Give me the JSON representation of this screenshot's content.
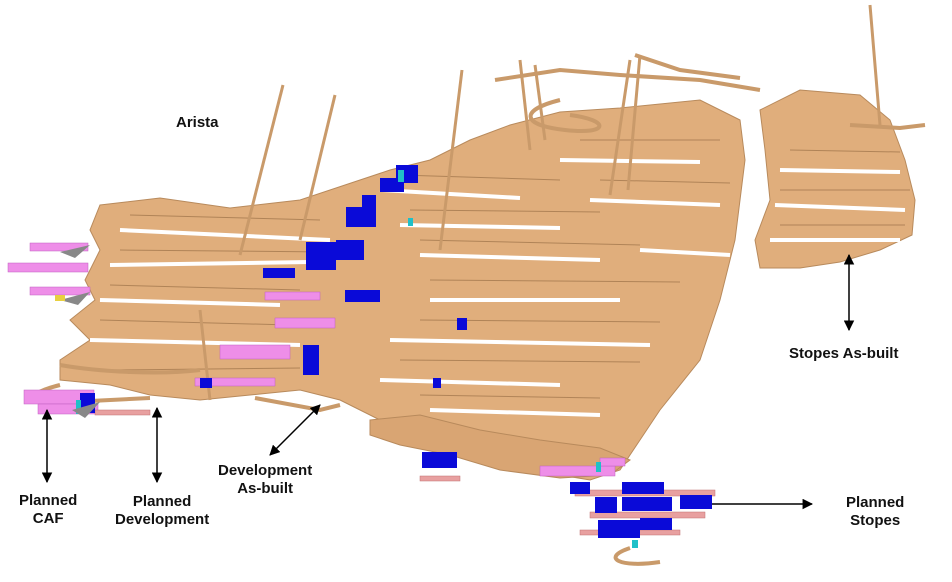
{
  "labels": {
    "arista": "Arista",
    "stopes_as_built": "Stopes As-built",
    "development_as_built_line1": "Development",
    "development_as_built_line2": "As-built",
    "planned_caf_line1": "Planned",
    "planned_caf_line2": "CAF",
    "planned_development_line1": "Planned",
    "planned_development_line2": "Development",
    "planned_stopes_line1": "Planned",
    "planned_stopes_line2": "Stopes"
  },
  "colors": {
    "as_built": "#e0ae7c",
    "as_built_dark": "#9c7248",
    "planned_stopes": "#0a0ad8",
    "planned_caf": "#ee8ee8",
    "planned_development": "#e8a0a0",
    "accent_cyan": "#20c0c8",
    "arrow": "#000000"
  }
}
